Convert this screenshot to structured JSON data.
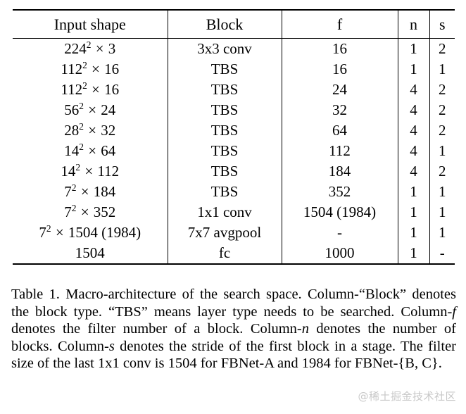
{
  "table": {
    "columns": [
      {
        "key": "input_shape",
        "label": "Input shape"
      },
      {
        "key": "block",
        "label": "Block"
      },
      {
        "key": "f",
        "label": "f"
      },
      {
        "key": "n",
        "label": "n"
      },
      {
        "key": "s",
        "label": "s"
      }
    ],
    "rows": [
      {
        "input_base": "224",
        "input_exp": "2",
        "input_rest": "3",
        "input_shape": "224² × 3",
        "block": "3x3 conv",
        "f": "16",
        "n": "1",
        "s": "2"
      },
      {
        "input_base": "112",
        "input_exp": "2",
        "input_rest": "16",
        "input_shape": "112² × 16",
        "block": "TBS",
        "f": "16",
        "n": "1",
        "s": "1"
      },
      {
        "input_base": "112",
        "input_exp": "2",
        "input_rest": "16",
        "input_shape": "112² × 16",
        "block": "TBS",
        "f": "24",
        "n": "4",
        "s": "2"
      },
      {
        "input_base": "56",
        "input_exp": "2",
        "input_rest": "24",
        "input_shape": "56² × 24",
        "block": "TBS",
        "f": "32",
        "n": "4",
        "s": "2"
      },
      {
        "input_base": "28",
        "input_exp": "2",
        "input_rest": "32",
        "input_shape": "28² × 32",
        "block": "TBS",
        "f": "64",
        "n": "4",
        "s": "2"
      },
      {
        "input_base": "14",
        "input_exp": "2",
        "input_rest": "64",
        "input_shape": "14² × 64",
        "block": "TBS",
        "f": "112",
        "n": "4",
        "s": "1"
      },
      {
        "input_base": "14",
        "input_exp": "2",
        "input_rest": "112",
        "input_shape": "14² × 112",
        "block": "TBS",
        "f": "184",
        "n": "4",
        "s": "2"
      },
      {
        "input_base": "7",
        "input_exp": "2",
        "input_rest": "184",
        "input_shape": "7² × 184",
        "block": "TBS",
        "f": "352",
        "n": "1",
        "s": "1"
      },
      {
        "input_base": "7",
        "input_exp": "2",
        "input_rest": "352",
        "input_shape": "7² × 352",
        "block": "1x1 conv",
        "f": "1504 (1984)",
        "n": "1",
        "s": "1"
      },
      {
        "input_base": "7",
        "input_exp": "2",
        "input_rest": "1504 (1984)",
        "input_shape": "7² × 1504 (1984)",
        "block": "7x7 avgpool",
        "f": "-",
        "n": "1",
        "s": "1"
      },
      {
        "input_base": "",
        "input_exp": "",
        "input_rest": "",
        "input_shape": "1504",
        "block": "fc",
        "f": "1000",
        "n": "1",
        "s": "-"
      }
    ]
  },
  "caption": {
    "segments": [
      {
        "text": "Table 1. Macro-architecture of the search space. Column-“Block” denotes the block type. “TBS” means layer type needs to be searched. Column-",
        "italic": false
      },
      {
        "text": "f",
        "italic": true
      },
      {
        "text": " denotes the filter number of a block. Column-",
        "italic": false
      },
      {
        "text": "n",
        "italic": true
      },
      {
        "text": " denotes the number of blocks. Column-",
        "italic": false
      },
      {
        "text": "s",
        "italic": true
      },
      {
        "text": " denotes the stride of the first block in a stage. The filter size of the last 1x1 conv is 1504 for FBNet-A and 1984 for FBNet-{B, C}.",
        "italic": false
      }
    ],
    "full_text": "Table 1. Macro-architecture of the search space. Column-“Block” denotes the block type. “TBS” means layer type needs to be searched. Column-f denotes the filter number of a block. Column-n denotes the number of blocks. Column-s denotes the stride of the first block in a stage. The filter size of the last 1x1 conv is 1504 for FBNet-A and 1984 for FBNet-{B, C}."
  },
  "watermark": {
    "text": "@稀土掘金技术社区",
    "color": "#c8c8c8"
  }
}
